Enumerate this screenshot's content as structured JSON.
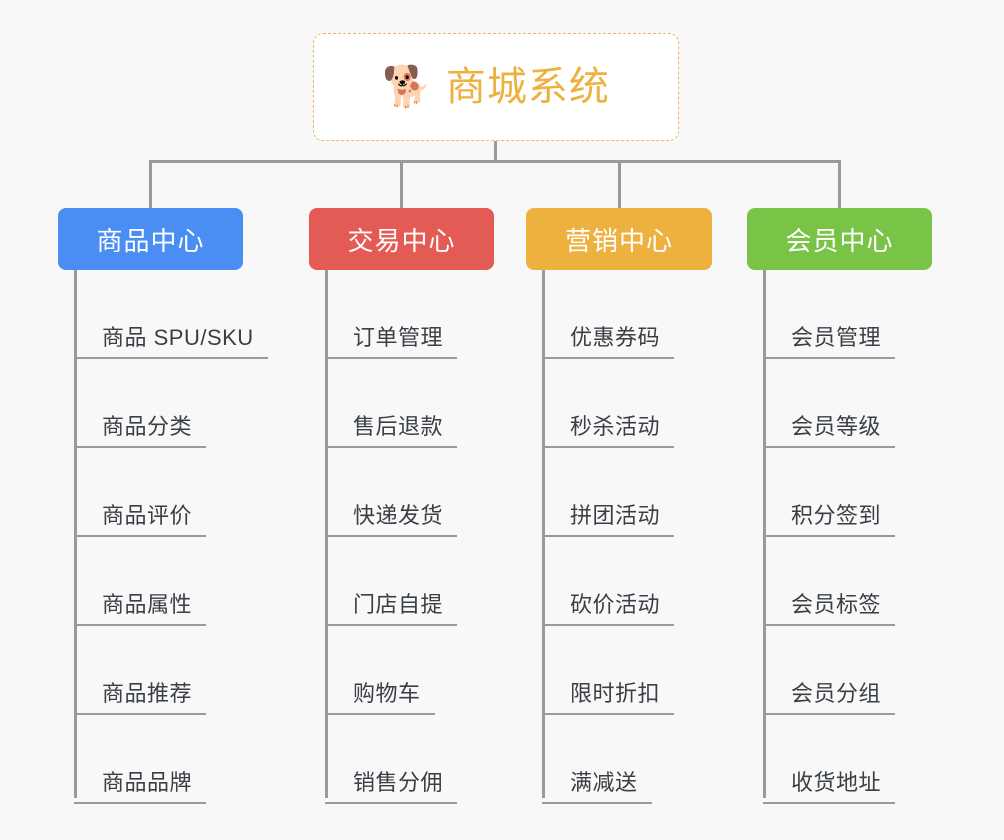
{
  "canvas": {
    "background": "#f8f8f8",
    "connector_color": "#9a9a9a"
  },
  "root": {
    "icon": "shiba-dog-face-emoji",
    "emoji": "🐕",
    "title": "商城系统",
    "title_color": "#eeb140",
    "border_color": "#e8b964",
    "background": "#ffffff"
  },
  "branches": [
    {
      "title": "商品中心",
      "color": "#4a8ef4",
      "items": [
        "商品 SPU/SKU",
        "商品分类",
        "商品评价",
        "商品属性",
        "商品推荐",
        "商品品牌"
      ]
    },
    {
      "title": "交易中心",
      "color": "#e45a55",
      "items": [
        "订单管理",
        "售后退款",
        "快递发货",
        "门店自提",
        "购物车",
        "销售分佣"
      ]
    },
    {
      "title": "营销中心",
      "color": "#eeb140",
      "items": [
        "优惠券码",
        "秒杀活动",
        "拼团活动",
        "砍价活动",
        "限时折扣",
        "满减送"
      ]
    },
    {
      "title": "会员中心",
      "color": "#79c347",
      "items": [
        "会员管理",
        "会员等级",
        "积分签到",
        "会员标签",
        "会员分组",
        "收货地址"
      ]
    }
  ]
}
